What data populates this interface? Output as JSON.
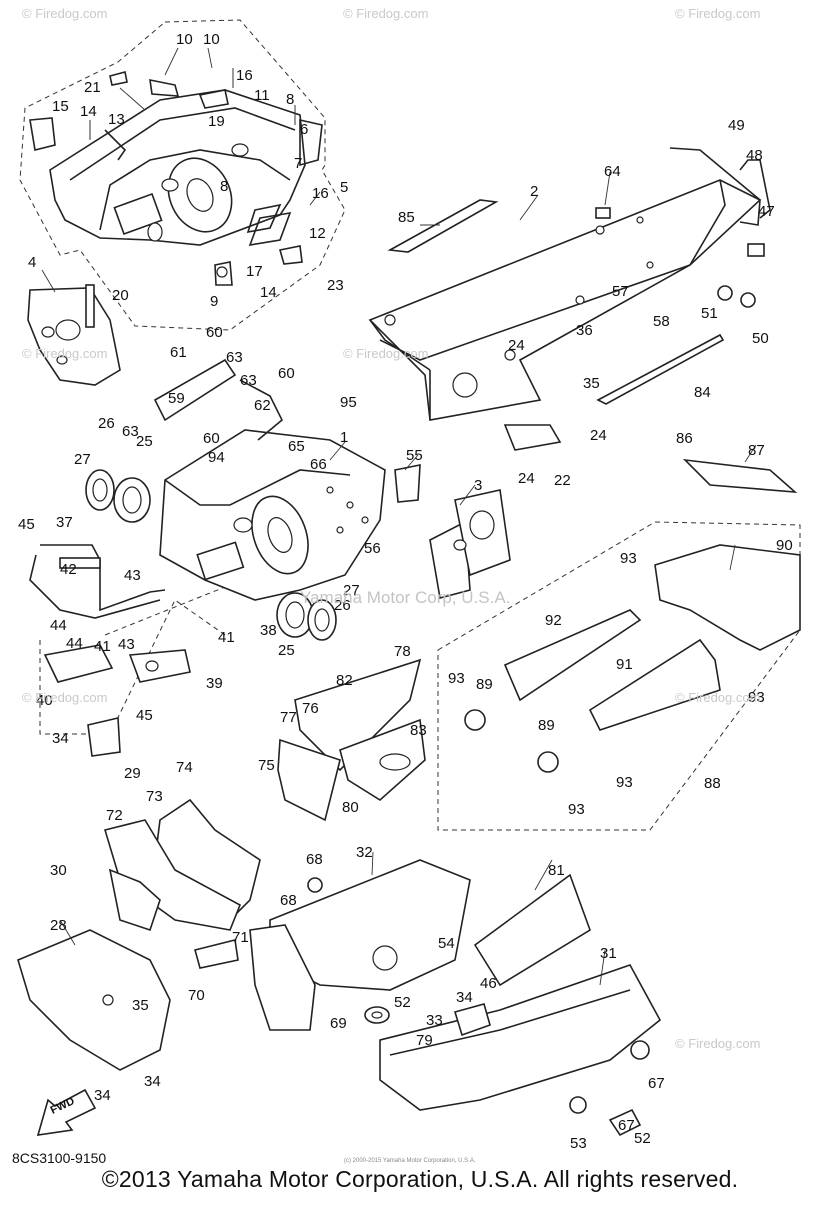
{
  "watermarks": [
    "© Firedog.com",
    "© Firedog.com",
    "© Firedog.com",
    "© Firedog.com",
    "© Firedog.com",
    "© Firedog.com",
    "© Firedog.com",
    "© Firedog.com"
  ],
  "center_watermark": "Yamaha Motor Corp, U.S.A.",
  "fwd_label": "FWD",
  "diagram_code": "8CS3100-9150",
  "copyright_small": "(c) 2000-2015 Yamaha Motor Corporation, U.S.A.",
  "footer": "©2013 Yamaha Motor Corporation, U.S.A. All rights reserved.",
  "callouts": [
    "10",
    "10",
    "21",
    "16",
    "15",
    "14",
    "13",
    "11",
    "8",
    "19",
    "7",
    "6",
    "8",
    "16",
    "5",
    "17",
    "12",
    "9",
    "14",
    "4",
    "20",
    "23",
    "2",
    "64",
    "85",
    "49",
    "48",
    "47",
    "51",
    "50",
    "57",
    "58",
    "36",
    "24",
    "35",
    "84",
    "60",
    "61",
    "63",
    "63",
    "60",
    "60",
    "59",
    "62",
    "95",
    "63",
    "1",
    "65",
    "66",
    "94",
    "24",
    "22",
    "24",
    "27",
    "26",
    "25",
    "55",
    "3",
    "56",
    "86",
    "87",
    "45",
    "37",
    "42",
    "43",
    "44",
    "44",
    "43",
    "41",
    "41",
    "39",
    "40",
    "45",
    "34",
    "29",
    "38",
    "25",
    "26",
    "27",
    "93",
    "90",
    "92",
    "93",
    "89",
    "91",
    "93",
    "89",
    "93",
    "93",
    "88",
    "78",
    "82",
    "77",
    "76",
    "83",
    "75",
    "80",
    "74",
    "73",
    "72",
    "30",
    "68",
    "32",
    "68",
    "81",
    "28",
    "71",
    "70",
    "35",
    "54",
    "52",
    "34",
    "46",
    "33",
    "31",
    "69",
    "79",
    "67",
    "53",
    "67",
    "52",
    "34",
    "34"
  ]
}
